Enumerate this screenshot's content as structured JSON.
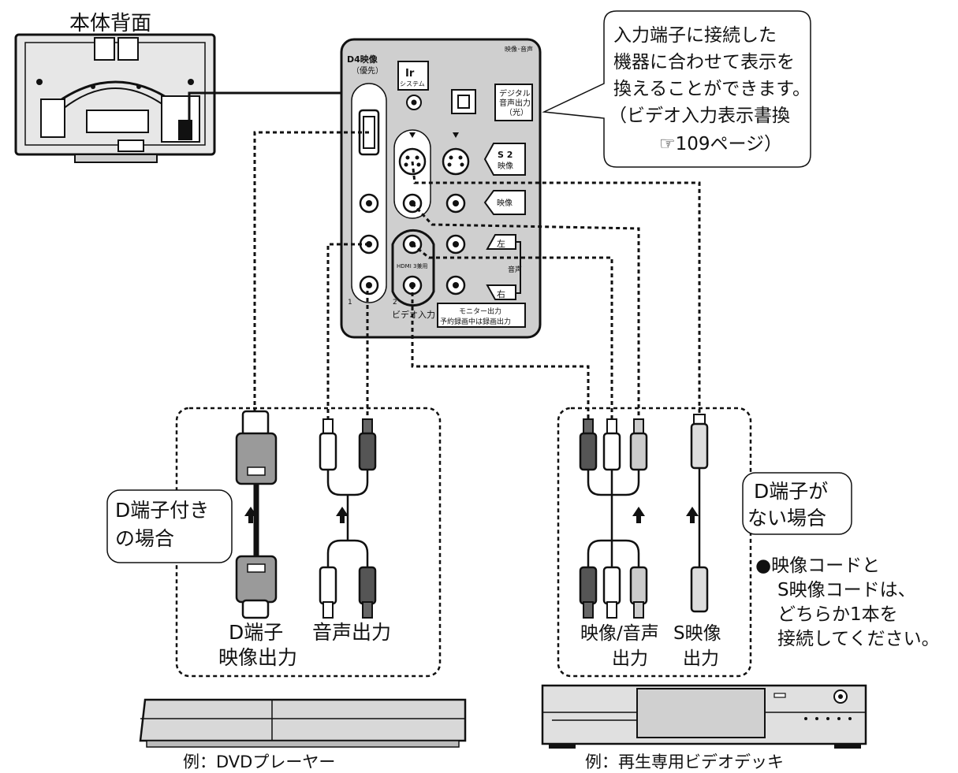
{
  "tv_back": {
    "title": "本体背面"
  },
  "panel": {
    "d4_label": "D4映像",
    "d4_sub": "（優先）",
    "av_label": "映像･音声",
    "ir_label": "Ir",
    "ir_sub": "システム",
    "digital_label": [
      "デジタル",
      "音声出力",
      "（光）"
    ],
    "s2_label": [
      "S 2",
      "映像"
    ],
    "video_label": "映像",
    "left_label": "左",
    "right_label": "右",
    "audio_label": "音声",
    "hdmi_label": "HDMI 3兼用",
    "input_label": "ビデオ入力",
    "input1": "1",
    "input2": "2",
    "monitor_label": [
      "モニター出力",
      "予約録画中は録画出力"
    ]
  },
  "callout": {
    "lines": [
      "入力端子に接続した",
      "機器に合わせて表示を",
      "換えることができます。",
      "（ビデオ入力表示書換",
      "☞109ページ）"
    ]
  },
  "left_group": {
    "badge": [
      "D端子付き",
      "の場合"
    ],
    "d_out": [
      "D端子",
      "映像出力"
    ],
    "audio_out": "音声出力"
  },
  "right_group": {
    "badge": [
      "D端子が",
      "ない場合"
    ],
    "av_out": [
      "映像/音声",
      "出力"
    ],
    "s_out": [
      "S映像",
      "出力"
    ],
    "note": [
      "●映像コードと",
      "S映像コードは、",
      "どちらか1本を",
      "接続してください。"
    ]
  },
  "devices": {
    "dvd_caption": "例：DVDプレーヤー",
    "vcr_caption": "例：再生専用ビデオデッキ"
  }
}
